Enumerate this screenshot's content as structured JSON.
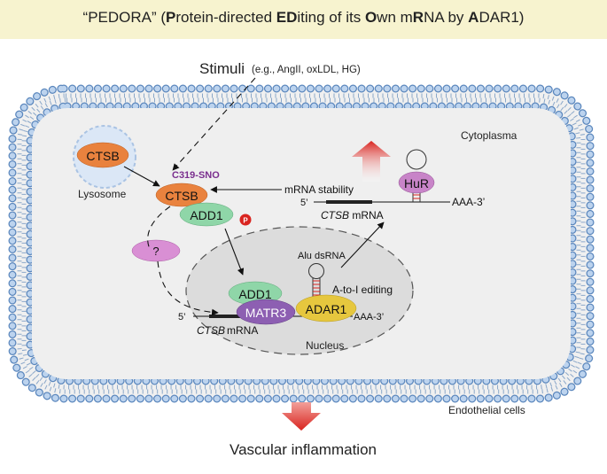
{
  "title": {
    "parts": [
      {
        "t": "“PEDORA” (",
        "b": false
      },
      {
        "t": "P",
        "b": true
      },
      {
        "t": "rotein-directed ",
        "b": false
      },
      {
        "t": "ED",
        "b": true
      },
      {
        "t": "iting of its ",
        "b": false
      },
      {
        "t": "O",
        "b": true
      },
      {
        "t": "wn m",
        "b": false
      },
      {
        "t": "R",
        "b": true
      },
      {
        "t": "NA by ",
        "b": false
      },
      {
        "t": "A",
        "b": true
      },
      {
        "t": "DAR1)",
        "b": false
      }
    ]
  },
  "stimuli": {
    "label": "Stimuli",
    "detail": "(e.g., AngII, oxLDL, HG)"
  },
  "compartments": {
    "cytoplasm": "Cytoplasma",
    "lysosome": "Lysosome",
    "nucleus": "Nucleus",
    "endothelial": "Endothelial cells"
  },
  "proteins": {
    "ctsb_lysosome": "CTSB",
    "ctsb": "CTSB",
    "sno": "C319-SNO",
    "add1": "ADD1",
    "phospho": "P",
    "unknown": "?",
    "add1_nuc": "ADD1",
    "matr3": "MATR3",
    "adar1": "ADAR1",
    "hur": "HuR"
  },
  "rna": {
    "five_prime": "5’",
    "three_prime": "AAA-3’",
    "gene": "CTSB",
    "mrna": " mRNA",
    "mrna_nospace": "mRNA",
    "alu": "Alu dsRNA",
    "editing": "A-to-I editing",
    "stability": "mRNA stability"
  },
  "outcome": "Vascular inflammation",
  "colors": {
    "membrane_fill": "#9fc1e8",
    "membrane_stroke": "#5b87bd",
    "cytoplasm": "#efefef",
    "nucleus": "#dcdcdc",
    "ctsb": "#e9823e",
    "add1": "#8fd6a8",
    "matr3": "#8d5fb2",
    "adar1": "#e6c73e",
    "hur": "#c884c8",
    "unknown": "#d98fd4",
    "red_arrow": "#d9241f",
    "sno": "#7a2e8e"
  }
}
